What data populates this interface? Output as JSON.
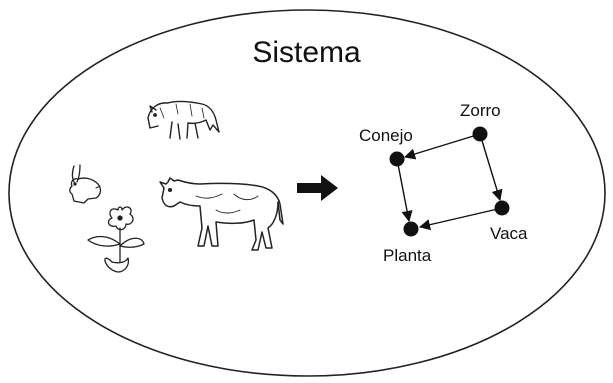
{
  "diagram": {
    "title": "Sistema",
    "nodes": {
      "zorro": "Zorro",
      "conejo": "Conejo",
      "vaca": "Vaca",
      "planta": "Planta"
    },
    "edges": [
      {
        "from": "Zorro",
        "to": "Conejo"
      },
      {
        "from": "Zorro",
        "to": "Vaca"
      },
      {
        "from": "Conejo",
        "to": "Planta"
      },
      {
        "from": "Vaca",
        "to": "Planta"
      }
    ],
    "illustrations": [
      "fox-illustration",
      "rabbit-illustration",
      "cow-illustration",
      "plant-illustration"
    ],
    "colors": {
      "ink": "#111111",
      "background": "#ffffff"
    }
  }
}
